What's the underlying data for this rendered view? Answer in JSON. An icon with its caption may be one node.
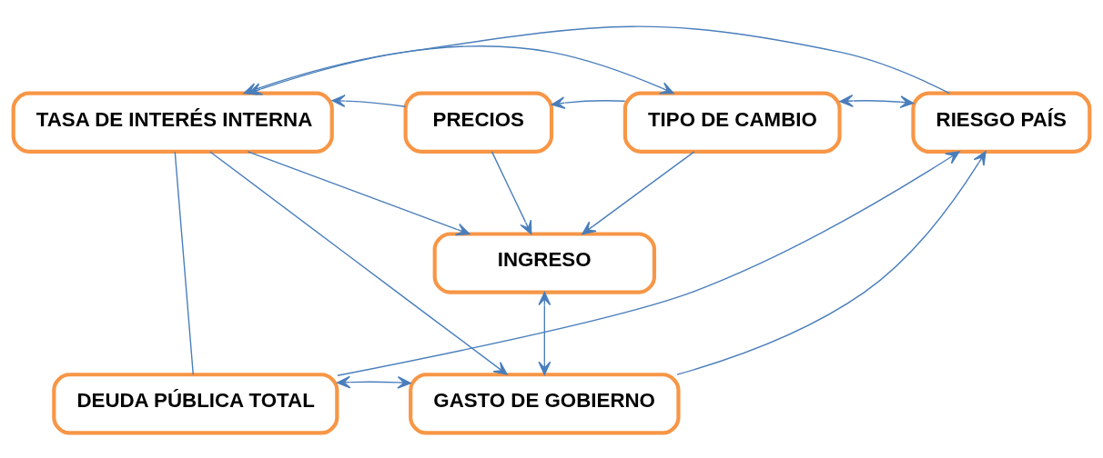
{
  "diagram": {
    "nodes": [
      {
        "text": [
          "INGRESO"
        ]
      },
      {
        "text": [
          "TASA DE INTERÉS INTERNA"
        ]
      },
      {
        "text": [
          "PRECIOS"
        ]
      },
      {
        "text": [
          "TIPO DE CAMBIO"
        ]
      },
      {
        "text": [
          "RIESGO PAÍS"
        ]
      },
      {
        "text": [
          "DEUDA PÚBLICA TOTAL"
        ]
      },
      {
        "text": [
          "GASTO DE GOBIERNO"
        ]
      }
    ],
    "edges": [
      {
        "from": 1,
        "to": 0,
        "arrow": "to"
      },
      {
        "from": 2,
        "to": 0,
        "arrow": "to"
      },
      {
        "from": 3,
        "to": 0,
        "arrow": "to"
      },
      {
        "from": 4,
        "to": 1,
        "arrow": "to"
      },
      {
        "from": 2,
        "to": 1,
        "arrow": "to"
      },
      {
        "from": 3,
        "to": 2,
        "arrow": "to"
      },
      {
        "from": 3,
        "to": 4,
        "arrow": "both"
      },
      {
        "from": 3,
        "to": 1,
        "arrow": "both"
      },
      {
        "from": 1,
        "to": 5,
        "arrow": "none"
      },
      {
        "from": 1,
        "to": 6,
        "arrow": "to"
      },
      {
        "from": 5,
        "to": 6,
        "arrow": "both"
      },
      {
        "from": 5,
        "to": 4,
        "arrow": "to"
      },
      {
        "from": 0,
        "to": 6,
        "arrow": "both"
      },
      {
        "from": 6,
        "to": 4,
        "arrow": "to"
      }
    ]
  }
}
